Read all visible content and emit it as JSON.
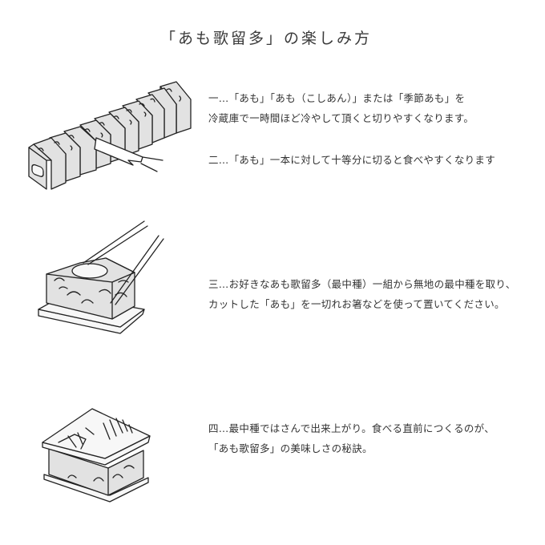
{
  "title": "「あも歌留多」の楽しみ方",
  "steps": [
    {
      "lines": [
        "一…「あも」「あも（こしあん）」または「季節あも」を",
        "冷蔵庫で一時間ほど冷やして頂くと切りやすくなります。"
      ],
      "illustration": "amo-loaf-sliced-with-knife"
    },
    {
      "lines": [
        "二…「あも」一本に対して十等分に切ると食べやすくなります"
      ],
      "illustration": null
    },
    {
      "lines": [
        "三…お好きなあも歌留多（最中種）一組から無地の最中種を取り、",
        "カットした「あも」を一切れお箸などを使って置いてください。"
      ],
      "illustration": "amo-slice-placed-with-chopsticks"
    },
    {
      "lines": [
        "四…最中種ではさんで出来上がり。食べる直前につくるのが、",
        "「あも歌留多」の美味しさの秘訣。"
      ],
      "illustration": "finished-monaka-sandwich"
    }
  ],
  "colors": {
    "text": "#333333",
    "background": "#ffffff",
    "illustration_fill": "#e2e2e2",
    "illustration_line": "#222222"
  }
}
